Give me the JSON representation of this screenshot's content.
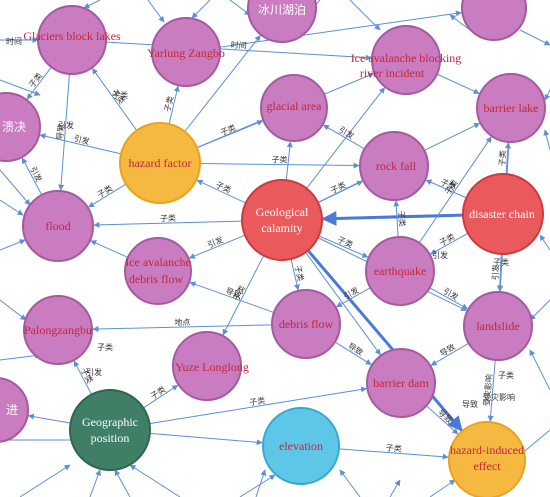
{
  "colors": {
    "edge": "#5b8fd6",
    "edge_strong": "#4a79d8",
    "pink_node": "#c97cc0",
    "pink_stroke": "#a35aa0",
    "orange_node": "#f5b942",
    "orange_stroke": "#e8a21d",
    "red_node": "#ea5a5d",
    "red_stroke": "#cc3b40",
    "green_node": "#3e7f66",
    "green_stroke": "#2f6650",
    "blue_node": "#5ec7e8",
    "blue_stroke": "#35a9d0",
    "pink_text": "#c4273b",
    "white_text": "#ffffff"
  },
  "nodes": [
    {
      "id": "glaciers",
      "label": "Glaciers block lakes",
      "style": "pink"
    },
    {
      "id": "yarlung",
      "label": "Yarlung Zangbo",
      "style": "pink"
    },
    {
      "id": "topcn",
      "label": "冰川湖泊",
      "style": "pink"
    },
    {
      "id": "toprt",
      "label": "",
      "style": "pink"
    },
    {
      "id": "iceblock",
      "label": "Ice avalanche blocking river incident",
      "style": "pink"
    },
    {
      "id": "barrierlake",
      "label": "barrier lake",
      "style": "pink"
    },
    {
      "id": "leftcn",
      "label": "溃决",
      "style": "pink"
    },
    {
      "id": "hazard",
      "label": "hazard factor",
      "style": "orange"
    },
    {
      "id": "glacialarea",
      "label": "glacial area",
      "style": "pink"
    },
    {
      "id": "rockfall",
      "label": "rock fall",
      "style": "pink"
    },
    {
      "id": "flood",
      "label": "flood",
      "style": "pink"
    },
    {
      "id": "geocal",
      "label": "Geological calamity",
      "style": "red"
    },
    {
      "id": "disasterchain",
      "label": "disaster chain",
      "style": "red"
    },
    {
      "id": "icedebris",
      "label": "Ice avalanche debris flow",
      "style": "pink"
    },
    {
      "id": "earthquake",
      "label": "earthquake",
      "style": "pink"
    },
    {
      "id": "palong",
      "label": "Palongzangbu",
      "style": "pink"
    },
    {
      "id": "debrisflow",
      "label": "debris flow",
      "style": "pink"
    },
    {
      "id": "landslide",
      "label": "landslide",
      "style": "pink"
    },
    {
      "id": "yizhe",
      "label": "Yuze Longlong",
      "style": "pink"
    },
    {
      "id": "barrierdam",
      "label": "barrier dam",
      "style": "pink"
    },
    {
      "id": "leftbot",
      "label": "进",
      "style": "pink"
    },
    {
      "id": "geopos",
      "label": "Geographic position",
      "style": "green"
    },
    {
      "id": "elevation",
      "label": "elevation",
      "style": "blue"
    },
    {
      "id": "hazardind",
      "label": "hazard-induced effect",
      "style": "orange"
    }
  ],
  "edges": [
    {
      "from": "hazard",
      "to": "glaciers",
      "label": "子类"
    },
    {
      "from": "hazard",
      "to": "yarlung",
      "label": "子类"
    },
    {
      "from": "hazard",
      "to": "leftcn",
      "label": "引发"
    },
    {
      "from": "hazard",
      "to": "flood",
      "label": "子类"
    },
    {
      "from": "hazard",
      "to": "glacialarea",
      "label": "子类"
    },
    {
      "from": "hazard",
      "to": "topcn",
      "label": ""
    },
    {
      "from": "hazard",
      "to": "iceblock",
      "label": ""
    },
    {
      "from": "hazard",
      "to": "rockfall",
      "label": "子类"
    },
    {
      "from": "geocal",
      "to": "hazard",
      "label": "子类"
    },
    {
      "from": "geocal",
      "to": "flood",
      "label": "子类"
    },
    {
      "from": "geocal",
      "to": "rockfall",
      "label": "子类"
    },
    {
      "from": "geocal",
      "to": "earthquake",
      "label": "子类"
    },
    {
      "from": "geocal",
      "to": "debrisflow",
      "label": "子类"
    },
    {
      "from": "geocal",
      "to": "landslide",
      "label": "子类"
    },
    {
      "from": "geocal",
      "to": "barrierdam",
      "label": ""
    },
    {
      "from": "geocal",
      "to": "icedebris",
      "label": "引发"
    },
    {
      "from": "geocal",
      "to": "barrierlake",
      "label": ""
    },
    {
      "from": "geocal",
      "to": "glacialarea",
      "label": ""
    },
    {
      "from": "geocal",
      "to": "iceblock",
      "label": ""
    },
    {
      "from": "disasterchain",
      "to": "geocal",
      "label": "",
      "strong": true
    },
    {
      "from": "disasterchain",
      "to": "rockfall",
      "label": "子类"
    },
    {
      "from": "disasterchain",
      "to": "earthquake",
      "label": "子类"
    },
    {
      "from": "disasterchain",
      "to": "landslide",
      "label": "引发"
    },
    {
      "from": "disasterchain",
      "to": "barrierlake",
      "label": "子类"
    },
    {
      "from": "geocal",
      "to": "hazardind",
      "label": "",
      "strong": true
    },
    {
      "from": "earthquake",
      "to": "landslide",
      "label": "引发"
    },
    {
      "from": "earthquake",
      "to": "debrisflow",
      "label": "引发"
    },
    {
      "from": "earthquake",
      "to": "rockfall",
      "label": "子类"
    },
    {
      "from": "earthquake",
      "to": "barrierlake",
      "label": "子类"
    },
    {
      "from": "debrisflow",
      "to": "barrierdam",
      "label": "导致"
    },
    {
      "from": "debrisflow",
      "to": "palong",
      "label": "地点"
    },
    {
      "from": "debrisflow",
      "to": "icedebris",
      "label": "导致"
    },
    {
      "from": "landslide",
      "to": "barrierdam",
      "label": "导致"
    },
    {
      "from": "landslide",
      "to": "hazardind",
      "label": "受灾影响"
    },
    {
      "from": "barrierdam",
      "to": "hazardind",
      "label": "导致"
    },
    {
      "from": "geopos",
      "to": "yizhe",
      "label": "子类"
    },
    {
      "from": "geopos",
      "to": "barrierdam",
      "label": "子类"
    },
    {
      "from": "geopos",
      "to": "palong",
      "label": "子类"
    },
    {
      "from": "geopos",
      "to": "elevation",
      "label": ""
    },
    {
      "from": "geopos",
      "to": "leftbot",
      "label": ""
    },
    {
      "from": "elevation",
      "to": "hazardind",
      "label": "子类"
    },
    {
      "from": "icedebris",
      "to": "flood",
      "label": ""
    },
    {
      "from": "flood",
      "to": "leftcn",
      "label": "引发"
    },
    {
      "from": "glaciers",
      "to": "flood",
      "label": "导致"
    },
    {
      "from": "glaciers",
      "to": "leftcn",
      "label": "子类"
    },
    {
      "from": "rockfall",
      "to": "glacialarea",
      "label": "引发"
    },
    {
      "from": "iceblock",
      "to": "barrierlake",
      "label": ""
    },
    {
      "from": "barrierlake",
      "to": "landslide",
      "label": "子类"
    },
    {
      "from": "glaciers",
      "to": "iceblock",
      "label": "时间"
    },
    {
      "from": "yarlung",
      "to": "toprt",
      "label": ""
    },
    {
      "from": "geocal",
      "to": "yizhe",
      "label": "子类"
    }
  ],
  "stray_edge_labels": [
    "时间",
    "引发",
    "子类",
    "子类",
    "引发",
    "引发",
    "子类",
    "受灾影响",
    "导致",
    "子类"
  ]
}
